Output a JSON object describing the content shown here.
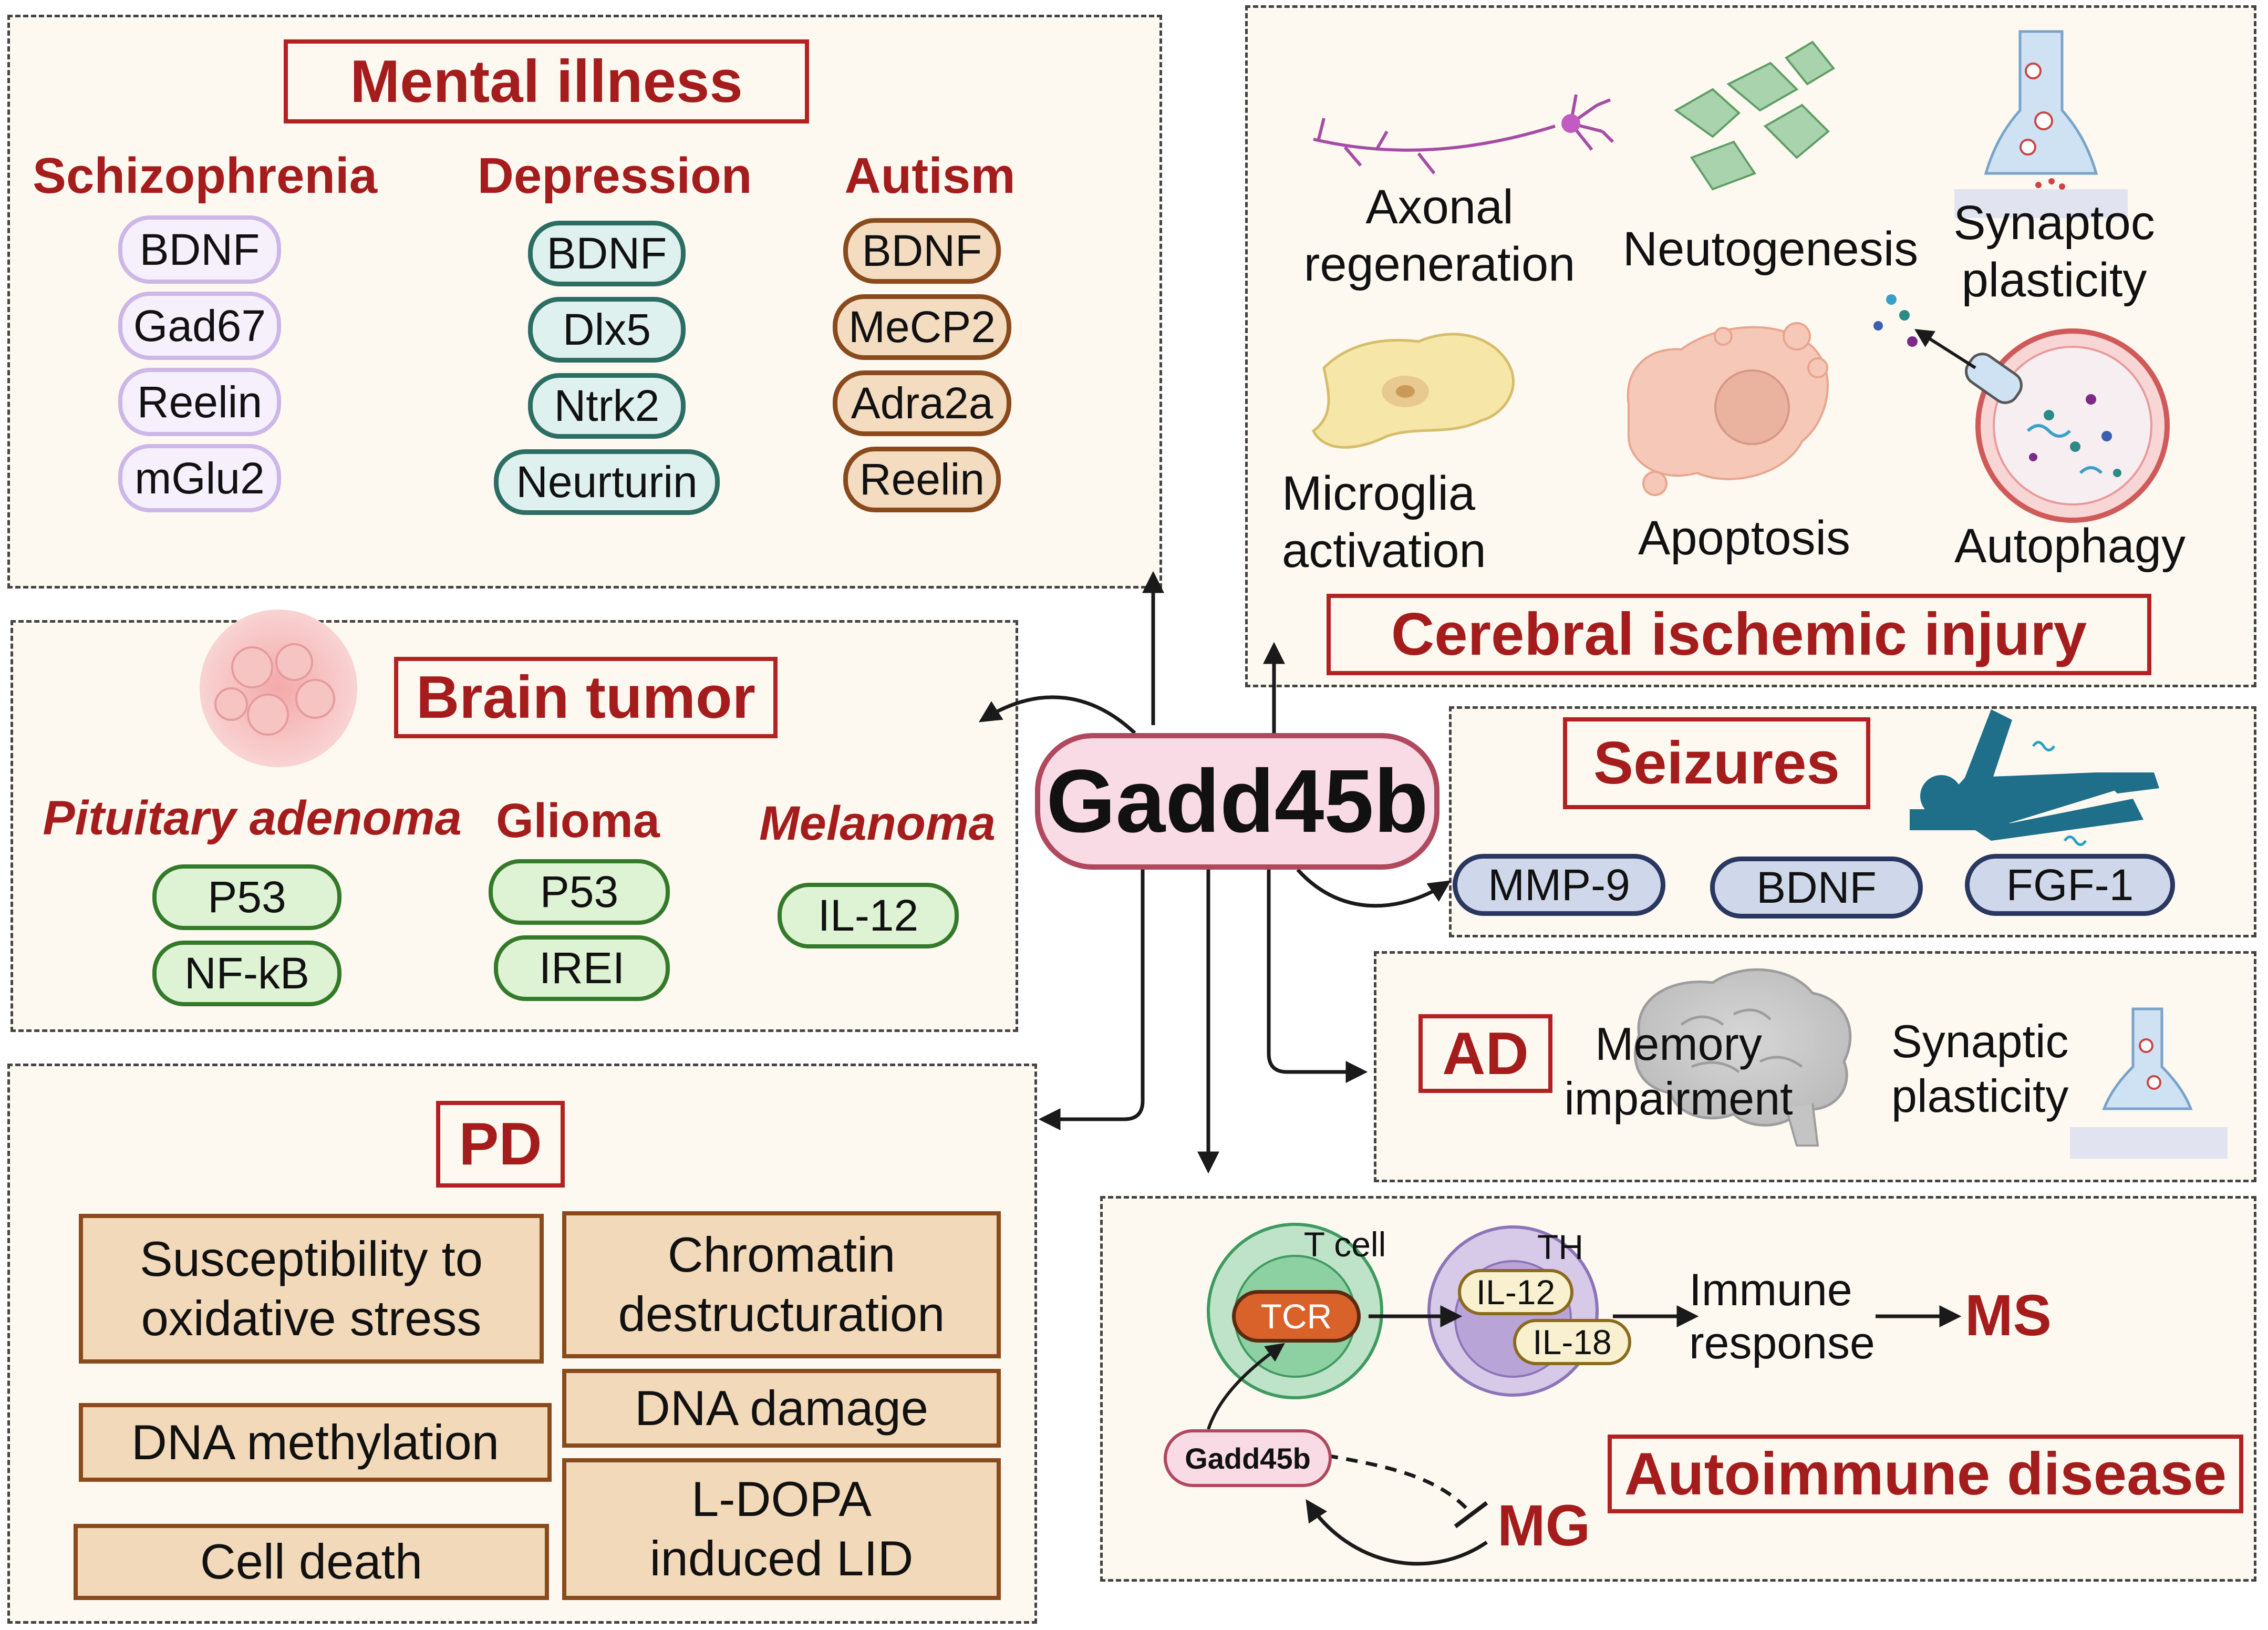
{
  "center": {
    "label": "Gadd45b"
  },
  "mental": {
    "title": "Mental illness",
    "columns": [
      {
        "heading": "Schizophrenia",
        "items": [
          "BDNF",
          "Gad67",
          "Reelin",
          "mGlu2"
        ]
      },
      {
        "heading": "Depression",
        "items": [
          "BDNF",
          "Dlx5",
          "Ntrk2",
          "Neurturin"
        ]
      },
      {
        "heading": "Autism",
        "items": [
          "BDNF",
          "MeCP2",
          "Adra2a",
          "Reelin"
        ]
      }
    ]
  },
  "ischemic": {
    "title": "Cerebral ischemic injury",
    "labels": {
      "axonal": "Axonal\nregeneration",
      "neuro": "Neutogenesis",
      "synaptic": "Synaptoc\nplasticity",
      "microglia": "Microglia\nactivation",
      "apoptosis": "Apoptosis",
      "autophagy": "Autophagy"
    }
  },
  "tumor": {
    "title": "Brain tumor",
    "columns": [
      {
        "heading": "Pituitary adenoma",
        "items": [
          "P53",
          "NF-kB"
        ]
      },
      {
        "heading": "Glioma",
        "items": [
          "P53",
          "IREI"
        ]
      },
      {
        "heading": "Melanoma",
        "items": [
          "IL-12"
        ]
      }
    ]
  },
  "seizures": {
    "title": "Seizures",
    "items": [
      "MMP-9",
      "BDNF",
      "FGF-1"
    ]
  },
  "ad": {
    "title": "AD",
    "memory": "Memory\nimpairment",
    "synaptic": "Synaptic\nplasticity"
  },
  "pd": {
    "title": "PD",
    "boxes": {
      "oxidative": "Susceptibility to\noxidative stress",
      "chromatin": "Chromatin\ndestructuration",
      "methylation": "DNA methylation",
      "damage": "DNA damage",
      "death": "Cell death",
      "ldopa": "L-DOPA\ninduced LID"
    }
  },
  "autoimmune": {
    "title": "Autoimmune disease",
    "tcell": "T cell",
    "tcr": "TCR",
    "th": "TH",
    "il12": "IL-12",
    "il18": "IL-18",
    "immune": "Immune\nresponse",
    "ms": "MS",
    "mg": "MG",
    "gadd": "Gadd45b"
  },
  "colors": {
    "accent_red": "#a51c1c",
    "panel_bg": "#fdf9f1",
    "center_fill": "#f9dbe6"
  }
}
